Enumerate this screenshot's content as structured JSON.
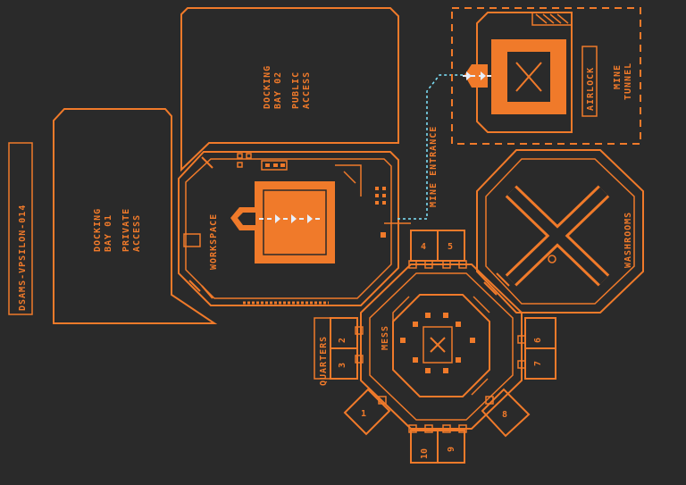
{
  "station": {
    "id_label": "DSAMS-VPSILON-014"
  },
  "rooms": {
    "docking_bay_01": {
      "name": "DOCKING BAY 01",
      "line1": "DOCKING",
      "line2": "BAY 01",
      "line3": "PRIVATE",
      "line4": "ACCESS"
    },
    "docking_bay_02": {
      "name": "DOCKING BAY 02",
      "line1": "DOCKING",
      "line2": "BAY 02",
      "line3": "PUBLIC",
      "line4": "ACCESS"
    },
    "workspace": "WORKSPACE",
    "mine_entrance": "MINE ENTRANCE",
    "airlock": "AIRLOCK",
    "mine_tunnel_1": "MINE",
    "mine_tunnel_2": "TUNNEL",
    "washrooms": "WASHROOMS",
    "mess": "MESS",
    "quarters": "QUARTERS"
  },
  "quarters_numbers": [
    "1",
    "2",
    "3",
    "4",
    "5",
    "6",
    "7",
    "8",
    "9",
    "10"
  ],
  "colors": {
    "background": "#2a2a2a",
    "accent": "#f07a2a",
    "path": "#7fe6ff"
  }
}
